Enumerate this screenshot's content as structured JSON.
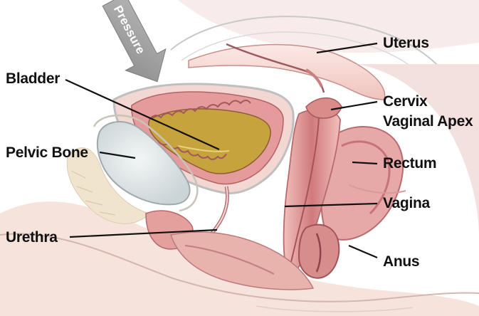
{
  "labels": {
    "pressure": "Pressure",
    "bladder": "Bladder",
    "pelvic_bone": "Pelvic Bone",
    "urethra": "Urethra",
    "uterus": "Uterus",
    "cervix": "Cervix",
    "vaginal_apex": "Vaginal Apex",
    "rectum": "Rectum",
    "vagina": "Vagina",
    "anus": "Anus"
  },
  "colors": {
    "label_text": "#111111",
    "leader_line": "#111111",
    "arrow_fill": "#9a9a9a",
    "tissue_pink": "#e7a6a3",
    "tissue_dark": "#b9686c",
    "tissue_light": "#f4d8d3",
    "bladder_urine": "#c7a33e",
    "bone": "#dfe5e6",
    "fat": "#f1e4cf",
    "background": "#ffffff"
  }
}
